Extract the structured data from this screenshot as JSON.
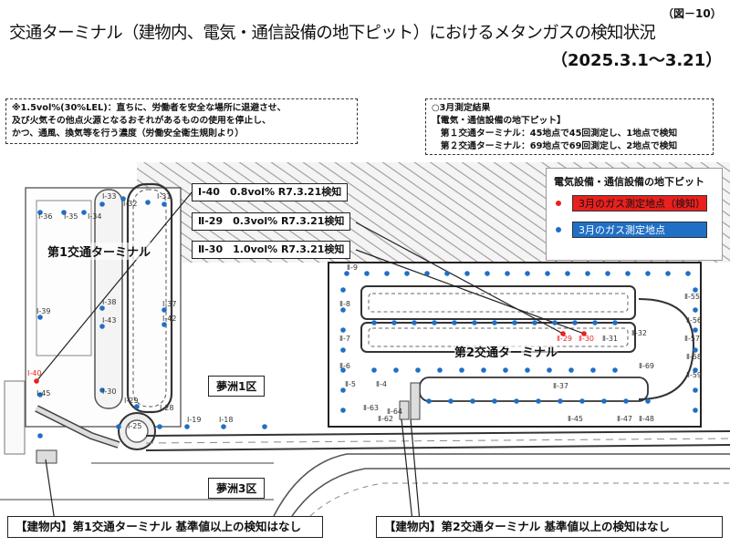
{
  "header": {
    "figure_number": "（図－10）",
    "title": "交通ターミナル（建物内、電気・通信設備の地下ピット）におけるメタンガスの検知状況",
    "date_range": "（2025.3.1～3.21）"
  },
  "note": "※1.5vol%(30%LEL)：直ちに、労働者を安全な場所に退避させ、\n及び火気その他点火源となるおそれがあるものの使用を停止し、\nかつ、通風、換気等を行う濃度（労働安全衛生規則より）",
  "results": "○3月測定結果\n【電気・通信設備の地下ピット】\n　第１交通ターミナル：45地点で45回測定し、1地点で検知\n　第２交通ターミナル：69地点で69回測定し、2地点で検知",
  "callouts": [
    {
      "text": "Ⅰ-40　0.8vol% R7.3.21検知"
    },
    {
      "text": "Ⅱ-29　0.3vol% R7.3.21検知"
    },
    {
      "text": "Ⅱ-30　1.0vol% R7.3.21検知"
    }
  ],
  "legend": {
    "title": "電気設備・通信設備の地下ピット",
    "detected": {
      "label": "3月のガス測定地点（検知）",
      "fill": "#e8201e",
      "dot": "#e8201e"
    },
    "normal": {
      "label": "3月のガス測定地点",
      "fill": "#1f6fc6",
      "dot": "#1f6fc6"
    }
  },
  "map": {
    "terminal1": "第1交通ターミナル",
    "terminal2": "第2交通ターミナル",
    "zone1": "夢洲1区",
    "zone3": "夢洲3区",
    "point_labels": [
      "Ⅰ-36",
      "Ⅰ-35",
      "Ⅰ-34",
      "Ⅰ-33",
      "Ⅰ-32",
      "Ⅰ-31",
      "Ⅰ-39",
      "Ⅰ-38",
      "Ⅰ-43",
      "Ⅰ-37",
      "Ⅰ-42",
      "Ⅰ-40",
      "Ⅰ-45",
      "Ⅰ-30",
      "Ⅰ-29",
      "Ⅰ-28",
      "Ⅰ-25",
      "Ⅰ-19",
      "Ⅰ-18",
      "Ⅱ-9",
      "Ⅱ-8",
      "Ⅱ-7",
      "Ⅱ-6",
      "Ⅱ-5",
      "Ⅱ-4",
      "Ⅱ-63",
      "Ⅱ-64",
      "Ⅱ-62",
      "Ⅱ-29",
      "Ⅱ-30",
      "Ⅱ-31",
      "Ⅱ-32",
      "Ⅱ-55",
      "Ⅱ-56",
      "Ⅱ-57",
      "Ⅱ-58",
      "Ⅱ-59",
      "Ⅱ-69",
      "Ⅱ-37",
      "Ⅱ-45",
      "Ⅱ-47",
      "Ⅱ-48"
    ]
  }
}
